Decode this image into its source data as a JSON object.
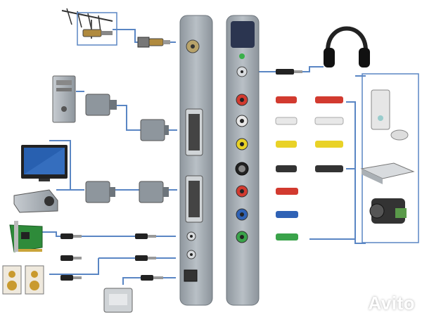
{
  "watermark": {
    "logo_text": "Avito"
  },
  "colors": {
    "wire": "#5a86c4",
    "panel": "#a9b0b6",
    "panel_dark": "#7f878e",
    "rca_red": "#d23a2f",
    "rca_white": "#e8e8e8",
    "rca_yellow": "#e9d227",
    "rca_green": "#3aa34a",
    "rca_blue": "#2f62b5"
  },
  "devices": {
    "left": [
      "tv-antenna-icon",
      "pc-tower-icon",
      "flat-tv-icon",
      "projector-icon",
      "pci-capture-card-icon",
      "speakers-icon",
      "power-adapter-icon"
    ],
    "right": [
      "headphones-icon",
      "game-console-icon",
      "dvd-player-icon",
      "camcorder-icon"
    ]
  },
  "ports": {
    "left_panel": [
      "antenna-in-port",
      "dvi-out-port",
      "dvi-in-port",
      "audio-in-jack",
      "audio-out-jack",
      "dc-in-port"
    ],
    "right_panel": [
      "headphone-jack",
      "rca-red-port",
      "rca-white-port",
      "rca-yellow-port",
      "s-video-port",
      "component-red-port",
      "component-blue-port",
      "component-green-port"
    ]
  }
}
